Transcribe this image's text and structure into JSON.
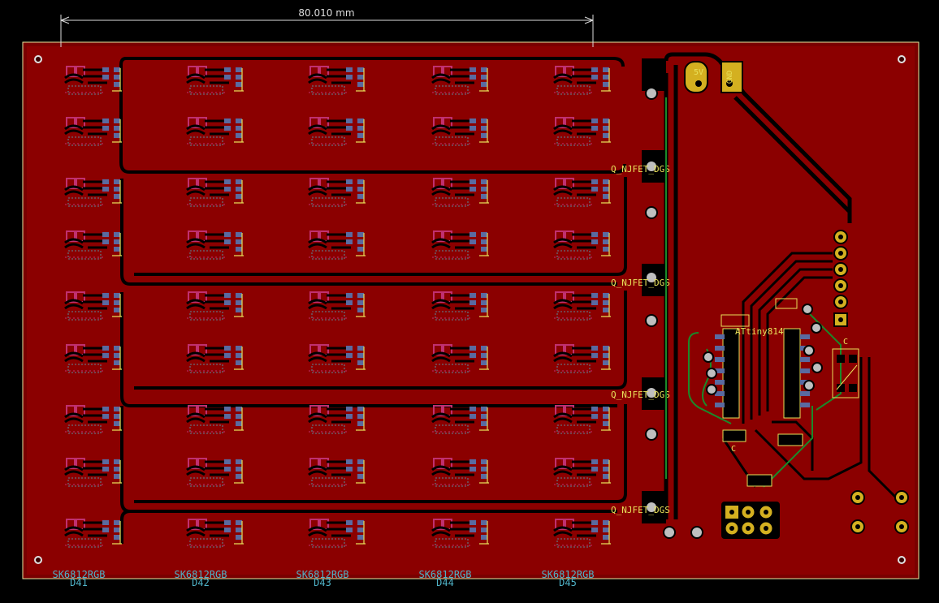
{
  "dimension": {
    "label": "80.010 mm"
  },
  "power_pads": {
    "vcc_label": "5V",
    "gnd_label": "GND"
  },
  "bottom_labels": [
    {
      "ref": "SK6812RGB",
      "id": "D41"
    },
    {
      "ref": "SK6812RGB",
      "id": "D42"
    },
    {
      "ref": "SK6812RGB",
      "id": "D43"
    },
    {
      "ref": "SK6812RGB",
      "id": "D44"
    },
    {
      "ref": "SK6812RGB",
      "id": "D45"
    }
  ],
  "transistor_labels": [
    "Q_NJFET_DGS",
    "Q_NJFET_DGS",
    "Q_NJFET_DGS",
    "Q_NJFET_DGS"
  ],
  "ic_label": "ATtiny814",
  "cap_labels": [
    "C",
    "C"
  ],
  "colors": {
    "background": "#000000",
    "copper_fill": "#8b0000",
    "trace": "#000000",
    "pad_gold": "#d4b020",
    "inner_trace": "#1a8a2a",
    "silkscreen": "#e8e05a",
    "fab_label": "#4fb3c8",
    "led_outline": "#c03070"
  }
}
